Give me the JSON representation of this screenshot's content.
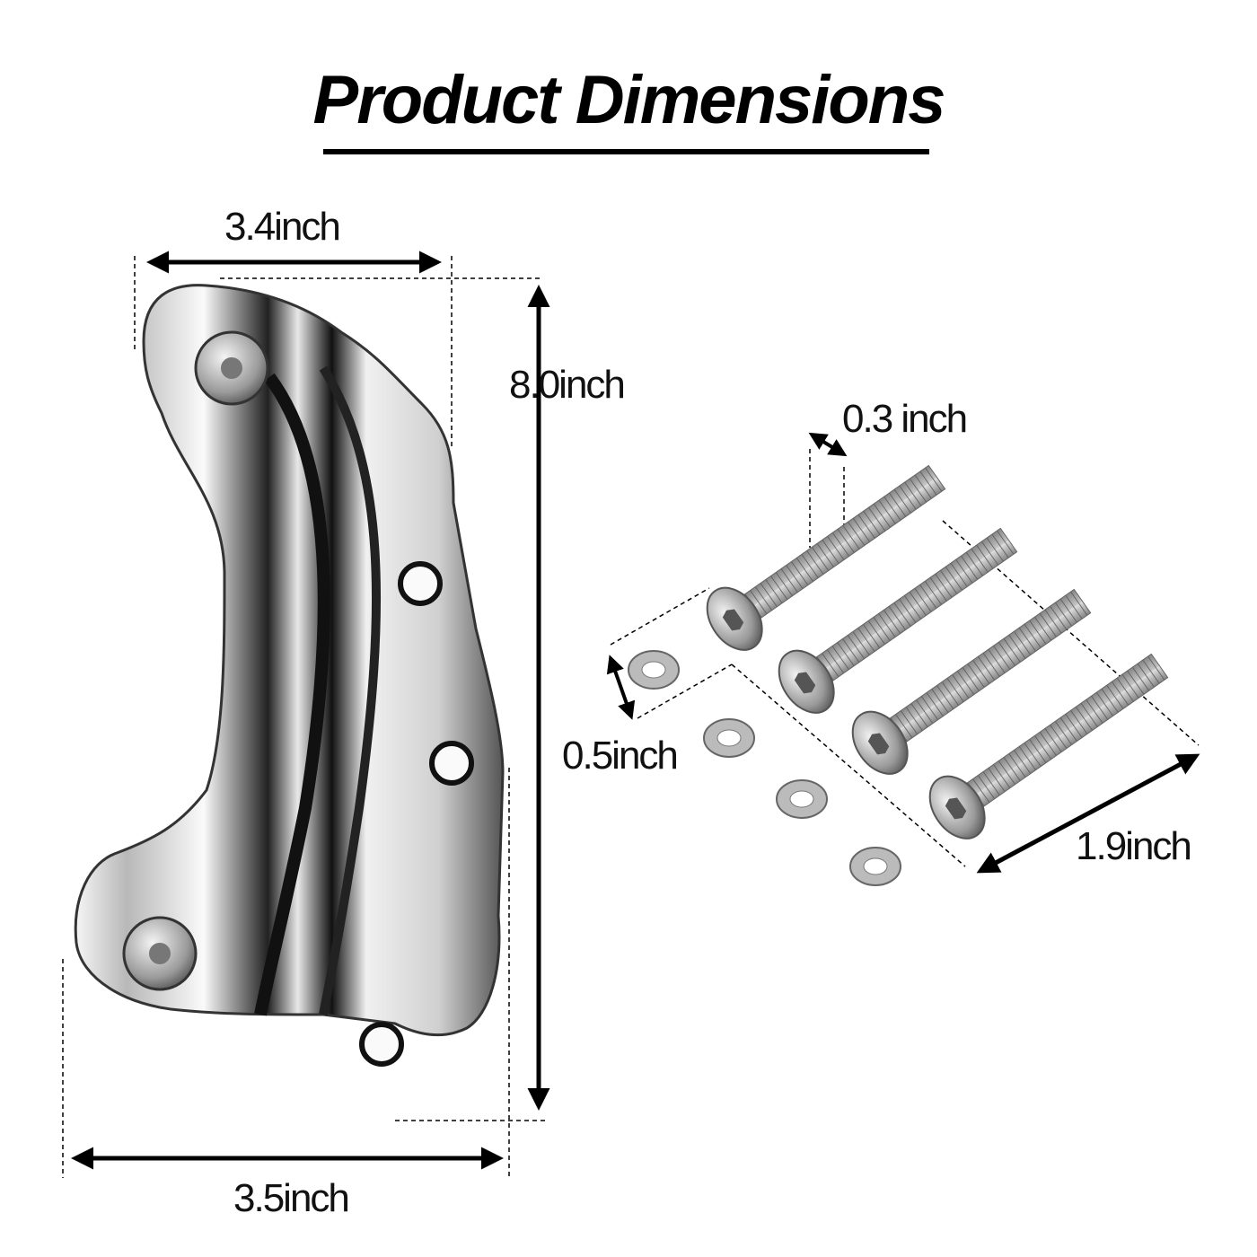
{
  "title": "Product Dimensions",
  "dimensions": {
    "top_width": "3.4inch",
    "height": "8.0inch",
    "bottom_width": "3.5inch",
    "bolt_diameter": "0.3 inch",
    "washer_diameter": "0.5inch",
    "bolt_length": "1.9inch"
  },
  "colors": {
    "text": "#111111",
    "chrome_light": "#f2f2f2",
    "chrome_dark": "#1a1a1a",
    "steel": "#a9a9a9"
  }
}
